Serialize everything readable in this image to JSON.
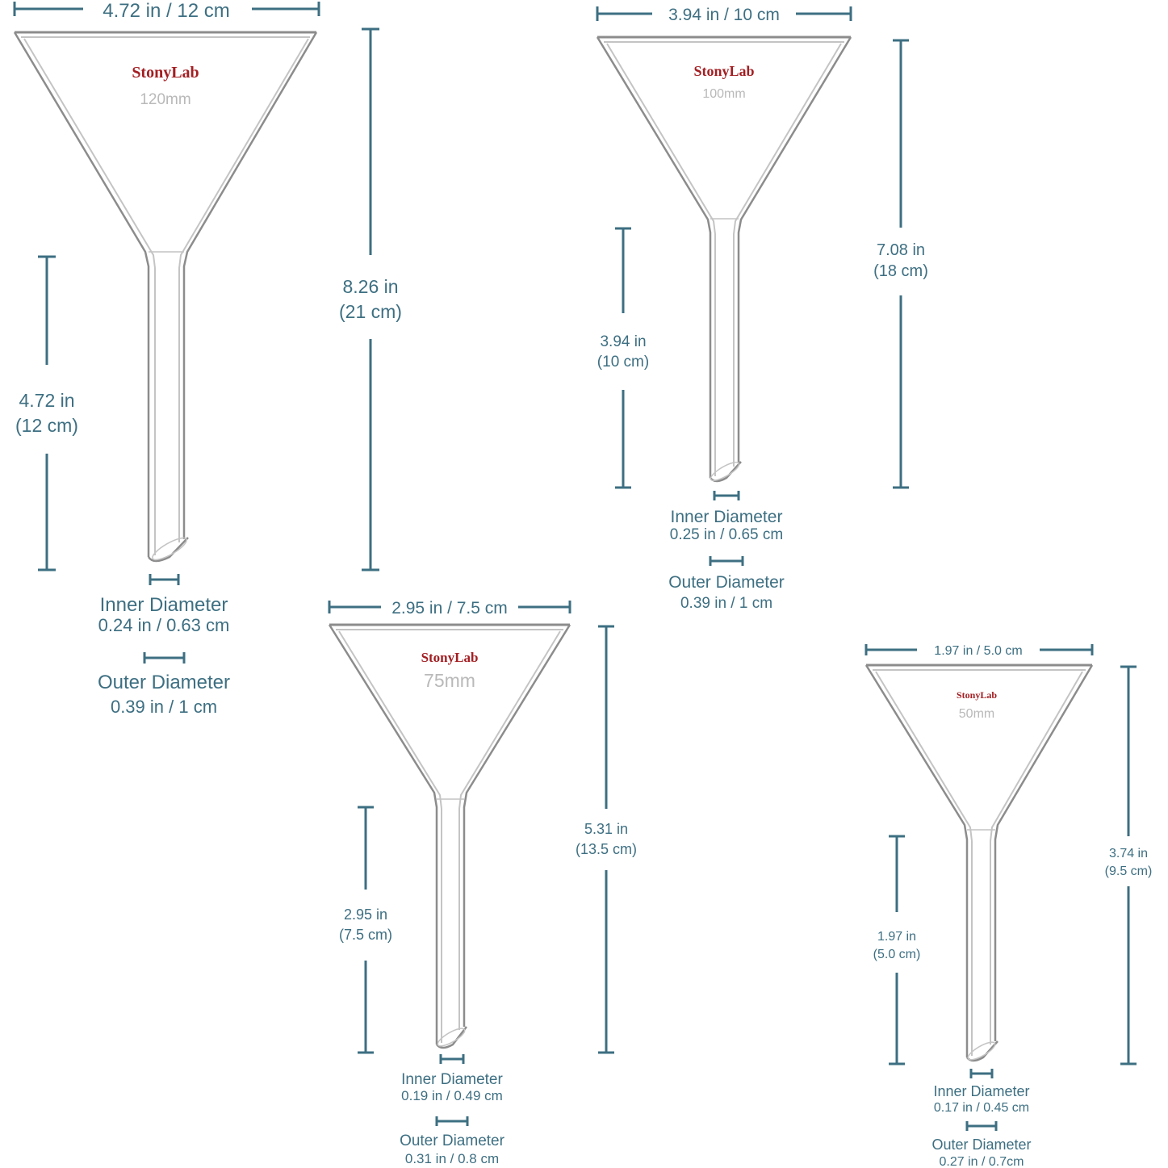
{
  "brand_color": "#a31e22",
  "dimension_color": "#3d6f82",
  "funnels": [
    {
      "brand": "StonyLab",
      "size_label": "120mm",
      "top_width": "4.72 in / 12 cm",
      "total_height": [
        "8.26 in",
        "(21 cm)"
      ],
      "stem_height": [
        "4.72 in",
        "(12 cm)"
      ],
      "inner_diameter": {
        "label": "Inner Diameter",
        "value": "0.24 in / 0.63 cm"
      },
      "outer_diameter": {
        "label": "Outer Diameter",
        "value": "0.39 in / 1 cm"
      }
    },
    {
      "brand": "StonyLab",
      "size_label": "100mm",
      "top_width": "3.94 in / 10 cm",
      "total_height": [
        "7.08 in",
        "(18 cm)"
      ],
      "stem_height": [
        "3.94 in",
        "(10 cm)"
      ],
      "inner_diameter": {
        "label": "Inner Diameter",
        "value": "0.25 in / 0.65 cm"
      },
      "outer_diameter": {
        "label": "Outer Diameter",
        "value": "0.39 in / 1 cm"
      }
    },
    {
      "brand": "StonyLab",
      "size_label": "75mm",
      "top_width": "2.95 in / 7.5 cm",
      "total_height": [
        "5.31 in",
        "(13.5 cm)"
      ],
      "stem_height": [
        "2.95 in",
        "(7.5 cm)"
      ],
      "inner_diameter": {
        "label": "Inner Diameter",
        "value": "0.19 in / 0.49 cm"
      },
      "outer_diameter": {
        "label": "Outer Diameter",
        "value": "0.31 in / 0.8 cm"
      }
    },
    {
      "brand": "StonyLab",
      "size_label": "50mm",
      "top_width": "1.97 in / 5.0 cm",
      "total_height": [
        "3.74 in",
        "(9.5 cm)"
      ],
      "stem_height": [
        "1.97 in",
        "(5.0 cm)"
      ],
      "inner_diameter": {
        "label": "Inner Diameter",
        "value": "0.17 in / 0.45 cm"
      },
      "outer_diameter": {
        "label": "Outer Diameter",
        "value": "0.27 in / 0.7cm"
      }
    }
  ]
}
